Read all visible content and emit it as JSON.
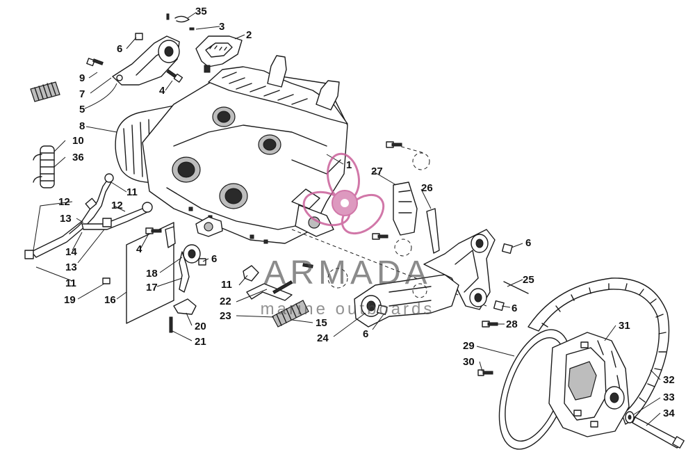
{
  "diagram": {
    "callouts": [
      {
        "id": "c35",
        "label": "35"
      },
      {
        "id": "c3",
        "label": "3"
      },
      {
        "id": "c2",
        "label": "2"
      },
      {
        "id": "c6a",
        "label": "6"
      },
      {
        "id": "c9",
        "label": "9"
      },
      {
        "id": "c7",
        "label": "7"
      },
      {
        "id": "c4a",
        "label": "4"
      },
      {
        "id": "c5",
        "label": "5"
      },
      {
        "id": "c8",
        "label": "8"
      },
      {
        "id": "c10",
        "label": "10"
      },
      {
        "id": "c36",
        "label": "36"
      },
      {
        "id": "c1",
        "label": "1"
      },
      {
        "id": "c27",
        "label": "27"
      },
      {
        "id": "c26",
        "label": "26"
      },
      {
        "id": "c11a",
        "label": "11"
      },
      {
        "id": "c12a",
        "label": "12"
      },
      {
        "id": "c12b",
        "label": "12"
      },
      {
        "id": "c13a",
        "label": "13"
      },
      {
        "id": "c14",
        "label": "14"
      },
      {
        "id": "c13b",
        "label": "13"
      },
      {
        "id": "c11b",
        "label": "11"
      },
      {
        "id": "c4b",
        "label": "4"
      },
      {
        "id": "c18",
        "label": "18"
      },
      {
        "id": "c6b",
        "label": "6"
      },
      {
        "id": "c17",
        "label": "17"
      },
      {
        "id": "c19",
        "label": "19"
      },
      {
        "id": "c16",
        "label": "16"
      },
      {
        "id": "c6c",
        "label": "6"
      },
      {
        "id": "c25",
        "label": "25"
      },
      {
        "id": "c6d",
        "label": "6"
      },
      {
        "id": "c11c",
        "label": "11"
      },
      {
        "id": "c22",
        "label": "22"
      },
      {
        "id": "c23",
        "label": "23"
      },
      {
        "id": "c15",
        "label": "15"
      },
      {
        "id": "c24",
        "label": "24"
      },
      {
        "id": "c6e",
        "label": "6"
      },
      {
        "id": "c28",
        "label": "28"
      },
      {
        "id": "c20",
        "label": "20"
      },
      {
        "id": "c21",
        "label": "21"
      },
      {
        "id": "c31",
        "label": "31"
      },
      {
        "id": "c29",
        "label": "29"
      },
      {
        "id": "c30",
        "label": "30"
      },
      {
        "id": "c32",
        "label": "32"
      },
      {
        "id": "c33",
        "label": "33"
      },
      {
        "id": "c34",
        "label": "34"
      }
    ]
  },
  "watermark": {
    "brand": "ARMADA",
    "tagline": "marine outboards",
    "color": "#c9609a",
    "icon": "propeller-icon"
  },
  "colors": {
    "line": "#1a1a1a",
    "background": "#ffffff"
  }
}
